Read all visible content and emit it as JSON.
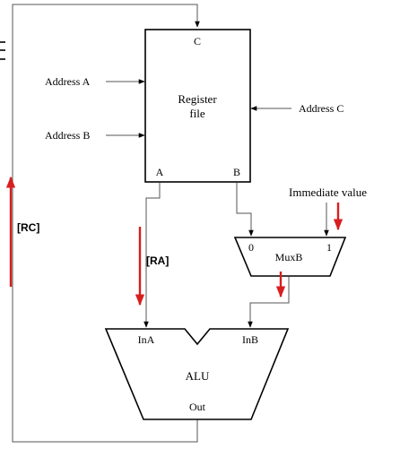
{
  "register_file": {
    "title_line1": "Register",
    "title_line2": "file",
    "port_c": "C",
    "port_a": "A",
    "port_b": "B"
  },
  "inputs": {
    "address_a": "Address A",
    "address_b": "Address B",
    "address_c": "Address C",
    "immediate": "Immediate value"
  },
  "mux": {
    "label": "MuxB",
    "input0": "0",
    "input1": "1"
  },
  "alu": {
    "label": "ALU",
    "in_a": "InA",
    "in_b": "InB",
    "out": "Out"
  },
  "annotations": {
    "rc": "[RC]",
    "ra": "[RA]"
  },
  "colors": {
    "wire": "#555555",
    "box": "#000000",
    "accent": "#d81e1e"
  }
}
